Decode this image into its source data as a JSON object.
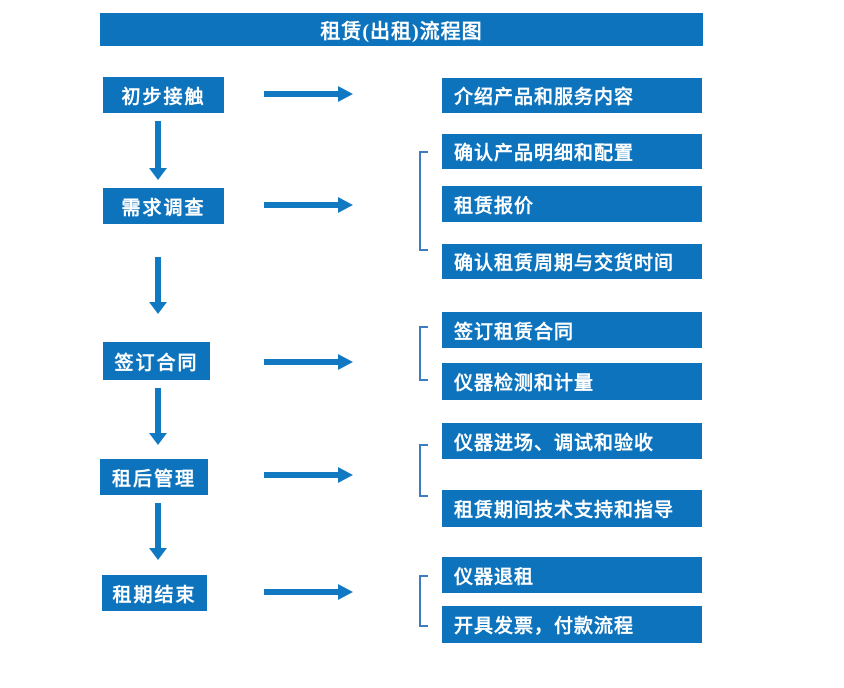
{
  "colors": {
    "box_blue": "#0d73bd",
    "arrow_blue": "#1079c2",
    "bracket_blue": "#3c7cc0",
    "text_white": "#ffffff",
    "background": "#ffffff"
  },
  "flowchart": {
    "title": "租赁(出租)流程图",
    "stages": [
      {
        "label": "初步接触",
        "outputs": [
          "介绍产品和服务内容"
        ]
      },
      {
        "label": "需求调查",
        "outputs": [
          "确认产品明细和配置",
          "租赁报价",
          "确认租赁周期与交货时间"
        ]
      },
      {
        "label": "签订合同",
        "outputs": [
          "签订租赁合同",
          "仪器检测和计量"
        ]
      },
      {
        "label": "租后管理",
        "outputs": [
          "仪器进场、调试和验收",
          "租赁期间技术支持和指导"
        ]
      },
      {
        "label": "租期结束",
        "outputs": [
          "仪器退租",
          "开具发票，付款流程"
        ]
      }
    ]
  }
}
